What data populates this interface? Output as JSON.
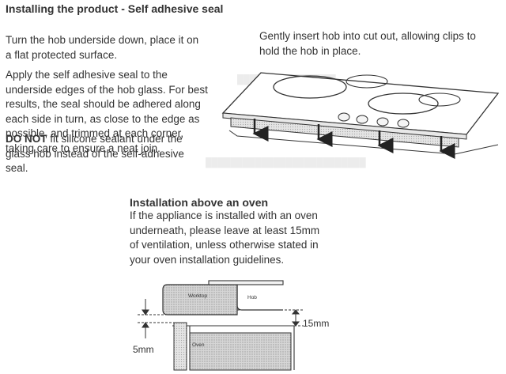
{
  "section1": {
    "title": "Installing the product - Self adhesive seal",
    "para1": "Turn the hob underside down, place it on a flat protected surface.",
    "para2": "Apply the self adhesive seal to the underside edges of the hob glass. For best results, the seal should be adhered along each side in turn, as close to the edge as possible, and trimmed at each corner, taking care to ensure a neat join.",
    "para3_bold": "DO NOT",
    "para3_rest": " fit silicone sealant under the glass hob instead of the self-adhesive seal.",
    "para4": "Gently insert hob into cut out, allowing clips to hold the hob in place."
  },
  "section2": {
    "title": "Installation above an oven",
    "para": "If the appliance is installed with an oven underneath, please leave at least 15mm of ventilation, unless otherwise stated in your oven installation guidelines."
  },
  "diagram": {
    "label_worktop": "Worktop",
    "label_hob": "Hob",
    "label_oven": "Oven",
    "dim_15": "15mm",
    "dim_5": "5mm"
  }
}
